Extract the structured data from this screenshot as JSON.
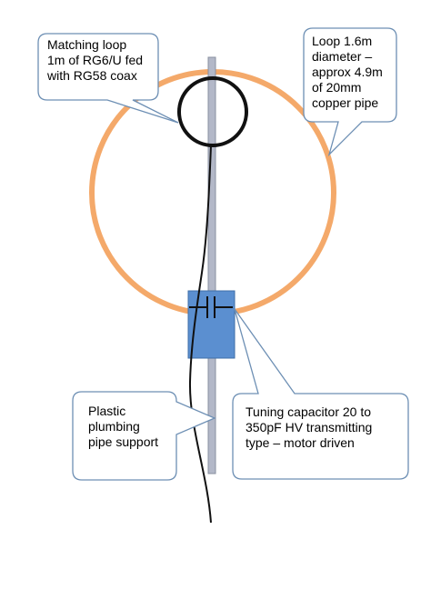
{
  "callouts": {
    "matching_loop": {
      "lines": [
        "Matching loop",
        "1m of RG6/U fed",
        "with RG58 coax"
      ]
    },
    "main_loop": {
      "lines": [
        "Loop 1.6m",
        "diameter –",
        "approx 4.9m",
        "of 20mm",
        "copper pipe"
      ]
    },
    "pipe_support": {
      "lines": [
        "Plastic",
        "plumbing",
        "pipe support"
      ]
    },
    "capacitor": {
      "lines": [
        "Tuning capacitor 20 to",
        "350pF HV transmitting",
        "type – motor driven"
      ]
    }
  },
  "colors": {
    "main_loop": "#f4a96a",
    "matching_loop": "#111111",
    "pipe": "#b3b8c8",
    "capacitor_box": "#5b8fd0",
    "callout_border": "#6d8fb4",
    "coax": "#111111"
  }
}
